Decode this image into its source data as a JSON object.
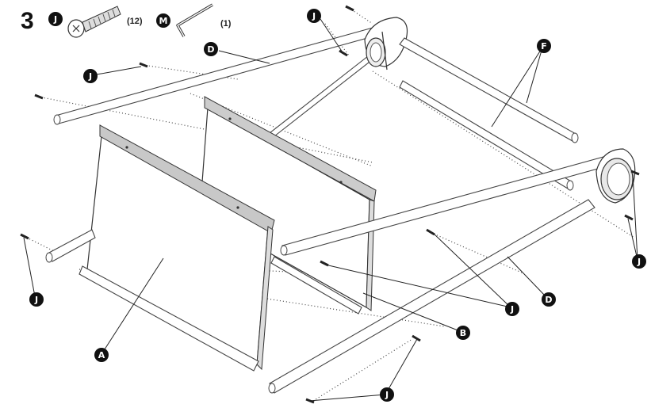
{
  "step": {
    "number": "3"
  },
  "hardware": [
    {
      "letter": "J",
      "icon": "bolt-icon",
      "count": "(12)"
    },
    {
      "letter": "M",
      "icon": "allen-key-icon",
      "count": "(1)"
    }
  ],
  "callouts": {
    "a": "A",
    "b": "B",
    "d": "D",
    "f": "F",
    "j": "J"
  }
}
